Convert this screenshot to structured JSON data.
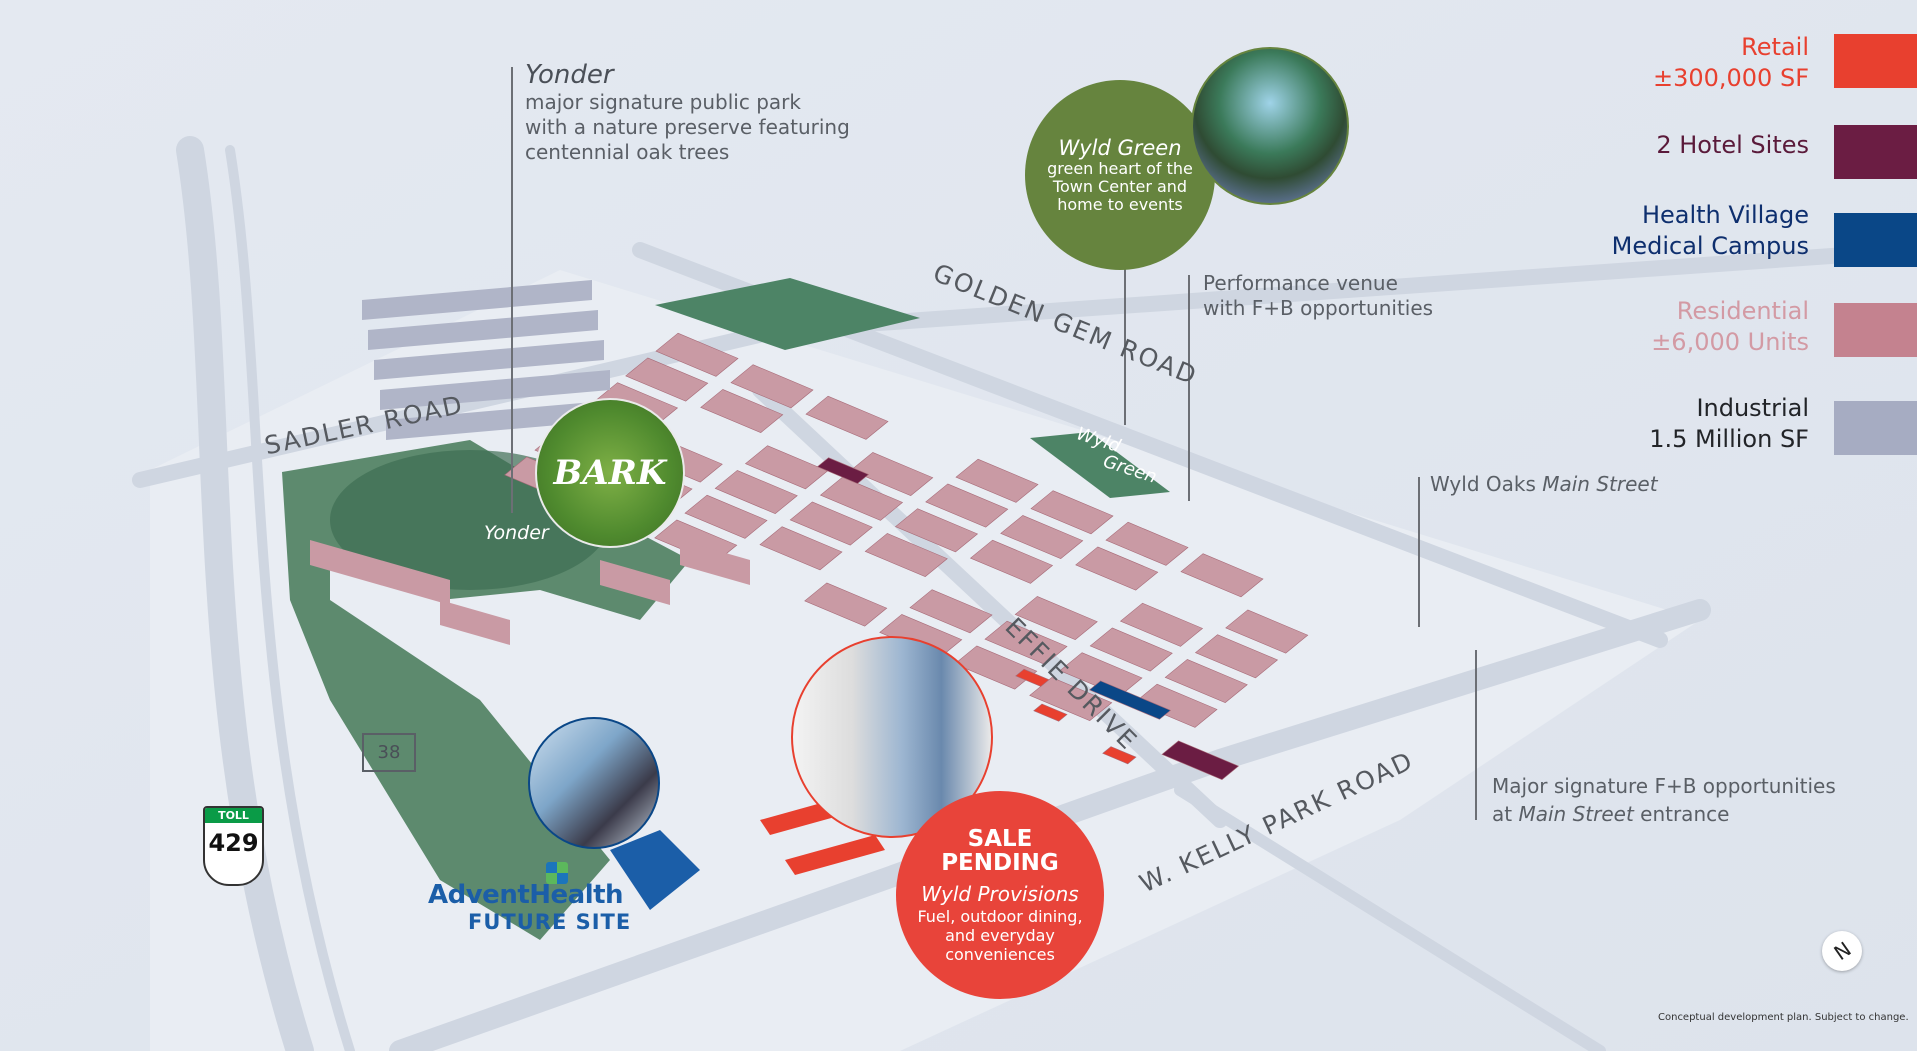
{
  "legend": [
    {
      "line1": "Retail",
      "line2": "±300,000 SF",
      "color": "#e8402f",
      "text_color": "#e8402f"
    },
    {
      "line1": "2 Hotel Sites",
      "line2": "",
      "color": "#6b1d43",
      "text_color": "#5a1a3a"
    },
    {
      "line1": "Health Village",
      "line2": "Medical Campus",
      "color": "#0a4787",
      "text_color": "#0e2f6e"
    },
    {
      "line1": "Residential",
      "line2": "±6,000 Units",
      "color": "#c4828f",
      "text_color": "#d39aa4"
    },
    {
      "line1": "Industrial",
      "line2": "1.5 Million SF",
      "color": "#a6acc2",
      "text_color": "#222428"
    }
  ],
  "callouts": {
    "yonder": {
      "title": "Yonder",
      "lines": [
        "major signature public park",
        "with a nature preserve featuring",
        "centennial oak trees"
      ]
    },
    "wyld_green": {
      "title": "Wyld Green",
      "lines": [
        "green heart of the",
        "Town Center and",
        "home to events"
      ]
    },
    "performance": {
      "lines": [
        "Performance venue",
        "with F+B opportunities"
      ]
    },
    "main_street": {
      "prefix": "Wyld Oaks ",
      "italic": "Main Street"
    },
    "fb": {
      "line1": "Major signature F+B opportunities",
      "line2_prefix": "at ",
      "line2_italic": "Main Street",
      "line2_suffix": " entrance"
    },
    "sale": {
      "status": "SALE PENDING",
      "title": "Wyld Provisions",
      "lines": [
        "Fuel, outdoor dining,",
        "and everyday",
        "conveniences"
      ]
    },
    "advent": {
      "logo": "AdventHealth",
      "subtitle": "FUTURE SITE"
    }
  },
  "map_labels": {
    "sadler": "SADLER ROAD",
    "golden_gem": "GOLDEN GEM ROAD",
    "effie": "EFFIE DRIVE",
    "kelly": "W. KELLY PARK ROAD",
    "yonder": "Yonder",
    "wyld_green_1": "Wyld",
    "wyld_green_2": "Green",
    "bark": "BARK",
    "route_38": "38",
    "toll_label": "TOLL",
    "toll_number": "429",
    "north": "N"
  },
  "footnote": "Conceptual development plan. Subject to change."
}
